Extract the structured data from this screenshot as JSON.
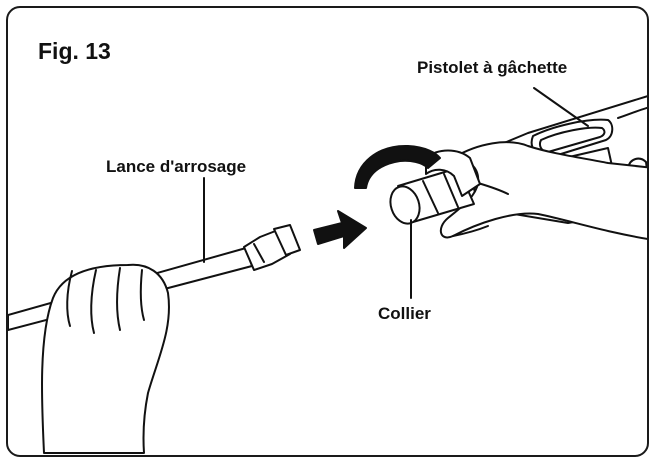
{
  "figure": {
    "label": "Fig. 13"
  },
  "labels": {
    "lance": "Lance d'arrosage",
    "pistolet": "Pistolet à gâchette",
    "collier": "Collier"
  }
}
